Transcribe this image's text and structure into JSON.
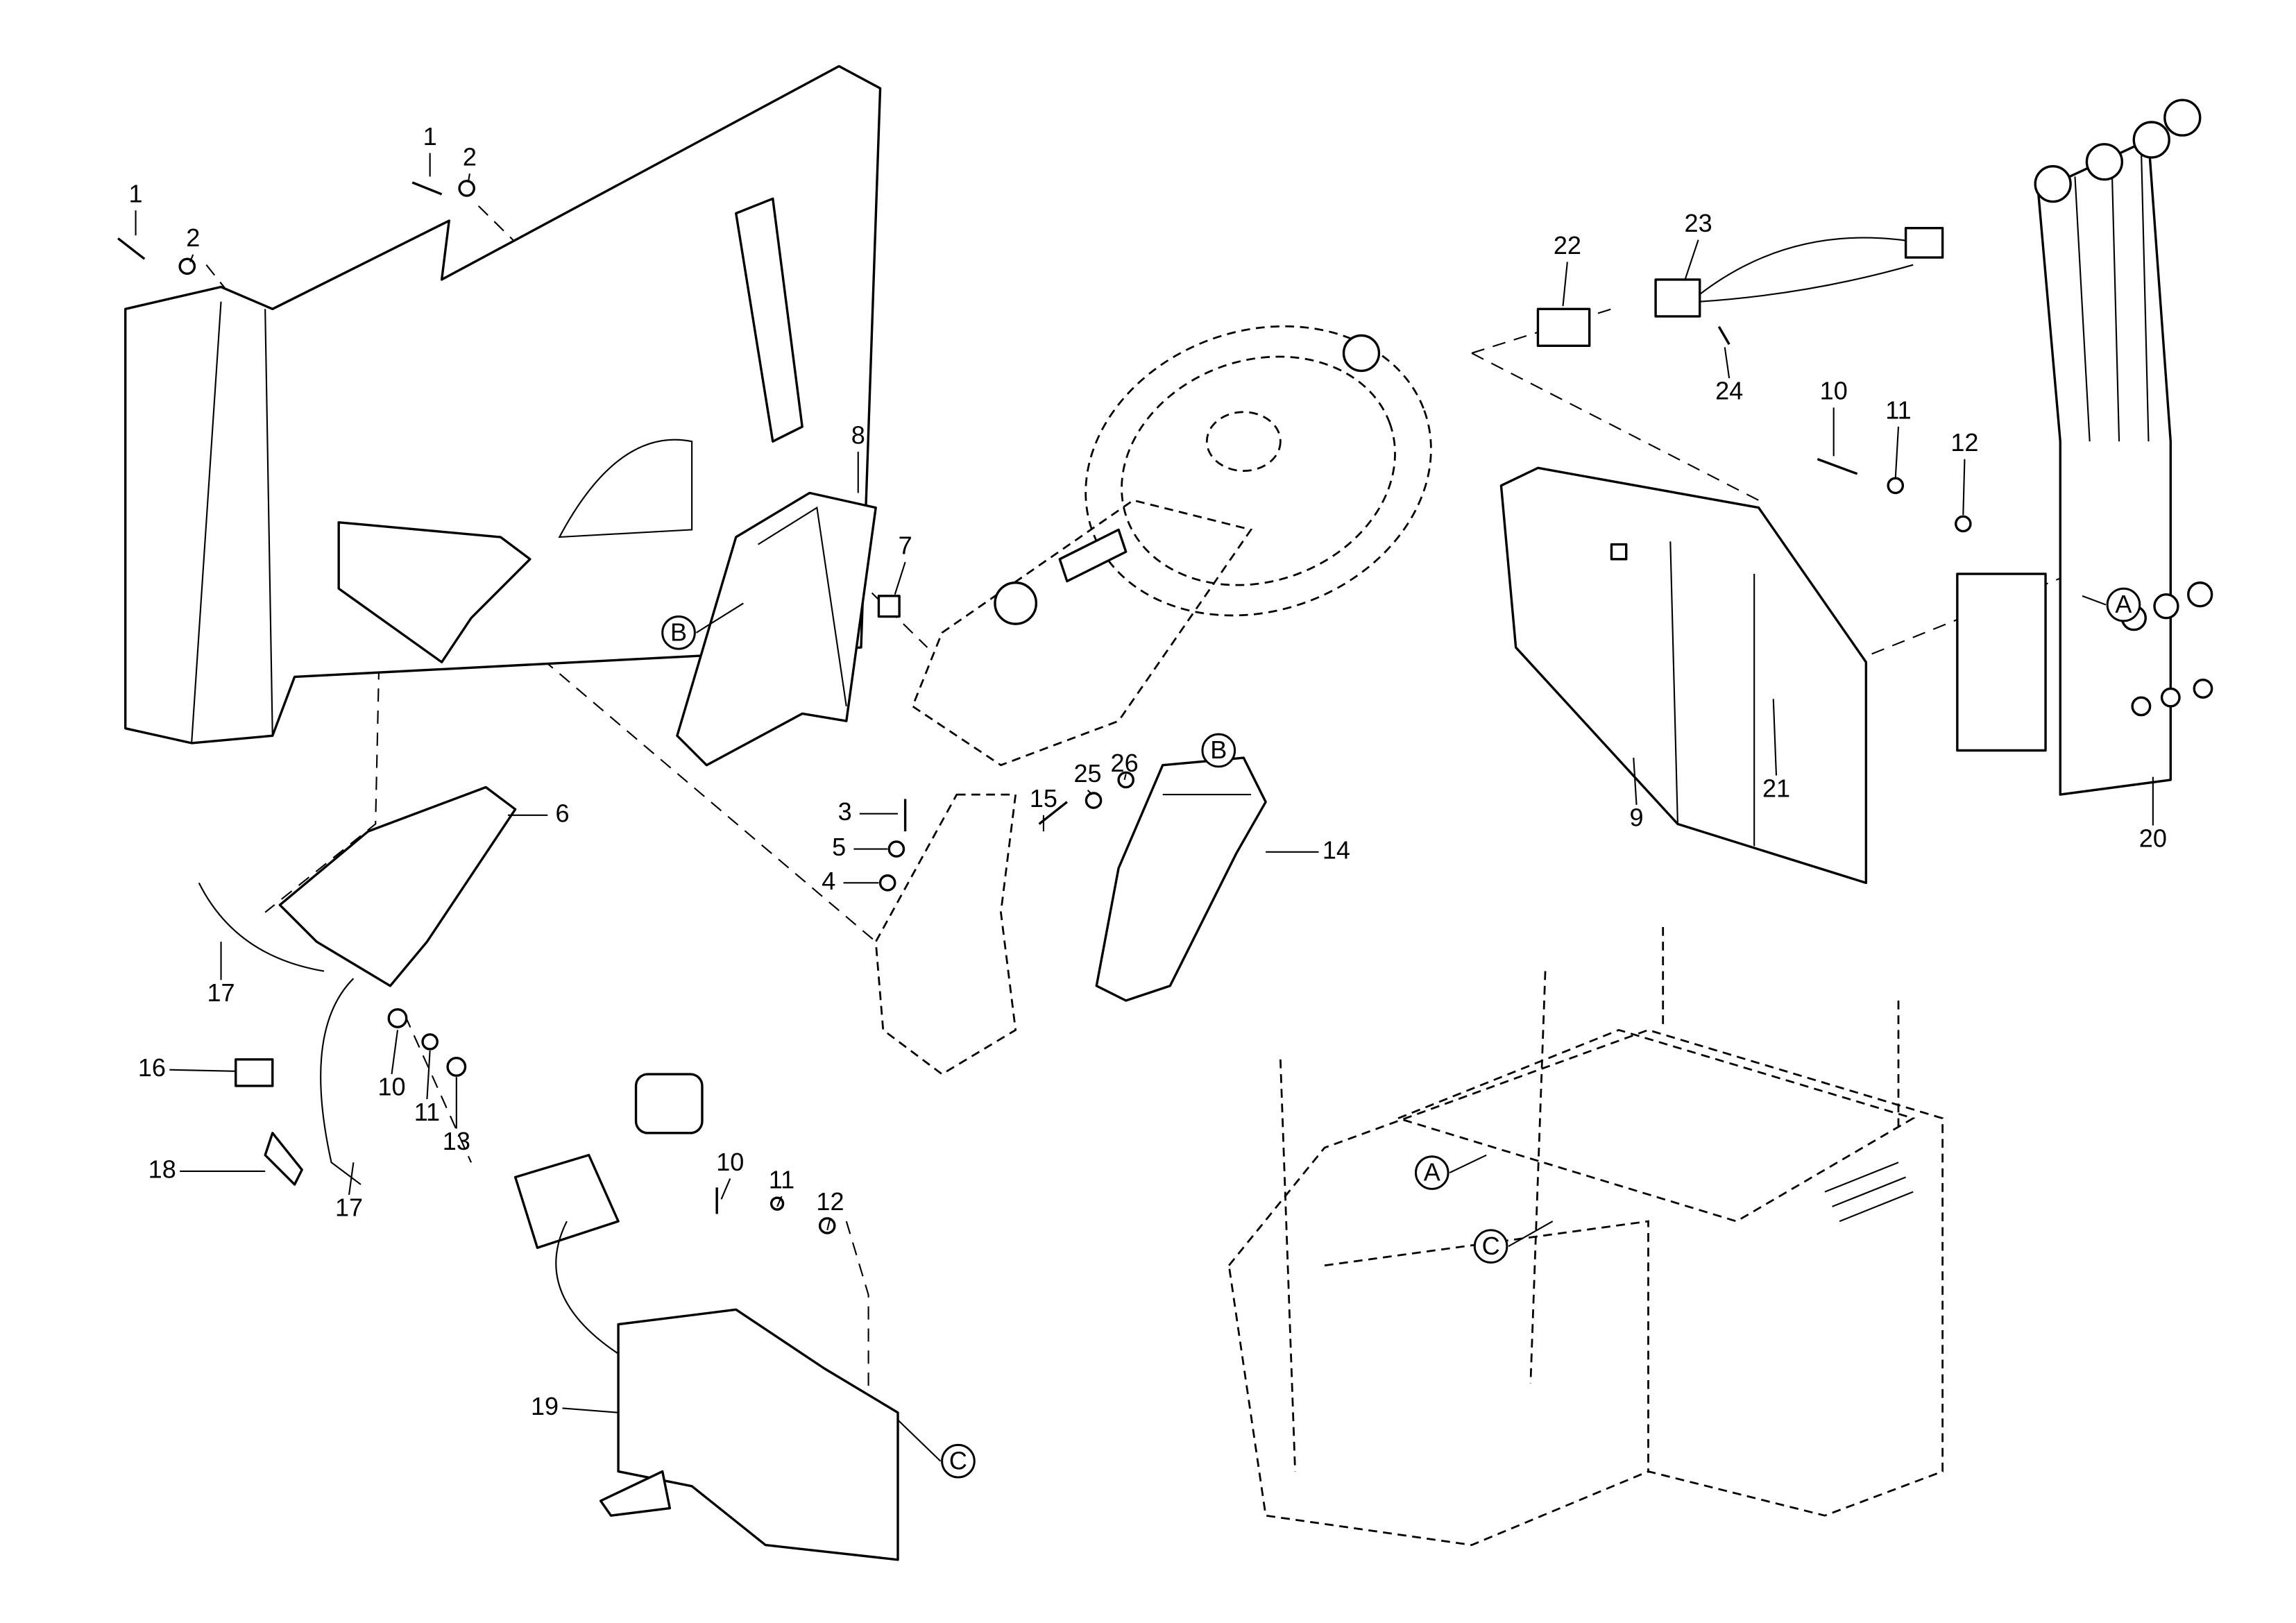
{
  "callouts": [
    {
      "label": "1"
    },
    {
      "label": "2"
    },
    {
      "label": "1"
    },
    {
      "label": "2"
    },
    {
      "label": "8"
    },
    {
      "label": "7"
    },
    {
      "label": "B",
      "circled": true
    },
    {
      "label": "6"
    },
    {
      "label": "17"
    },
    {
      "label": "16"
    },
    {
      "label": "10"
    },
    {
      "label": "11"
    },
    {
      "label": "13"
    },
    {
      "label": "18"
    },
    {
      "label": "17"
    },
    {
      "label": "3"
    },
    {
      "label": "5"
    },
    {
      "label": "4"
    },
    {
      "label": "15"
    },
    {
      "label": "25"
    },
    {
      "label": "26"
    },
    {
      "label": "B",
      "circled": true
    },
    {
      "label": "14"
    },
    {
      "label": "22"
    },
    {
      "label": "23"
    },
    {
      "label": "24"
    },
    {
      "label": "10"
    },
    {
      "label": "11"
    },
    {
      "label": "12"
    },
    {
      "label": "A",
      "circled": true
    },
    {
      "label": "9"
    },
    {
      "label": "21"
    },
    {
      "label": "20"
    },
    {
      "label": "10"
    },
    {
      "label": "11"
    },
    {
      "label": "12"
    },
    {
      "label": "19"
    },
    {
      "label": "C",
      "circled": true
    },
    {
      "label": "A",
      "circled": true
    },
    {
      "label": "C",
      "circled": true
    }
  ]
}
